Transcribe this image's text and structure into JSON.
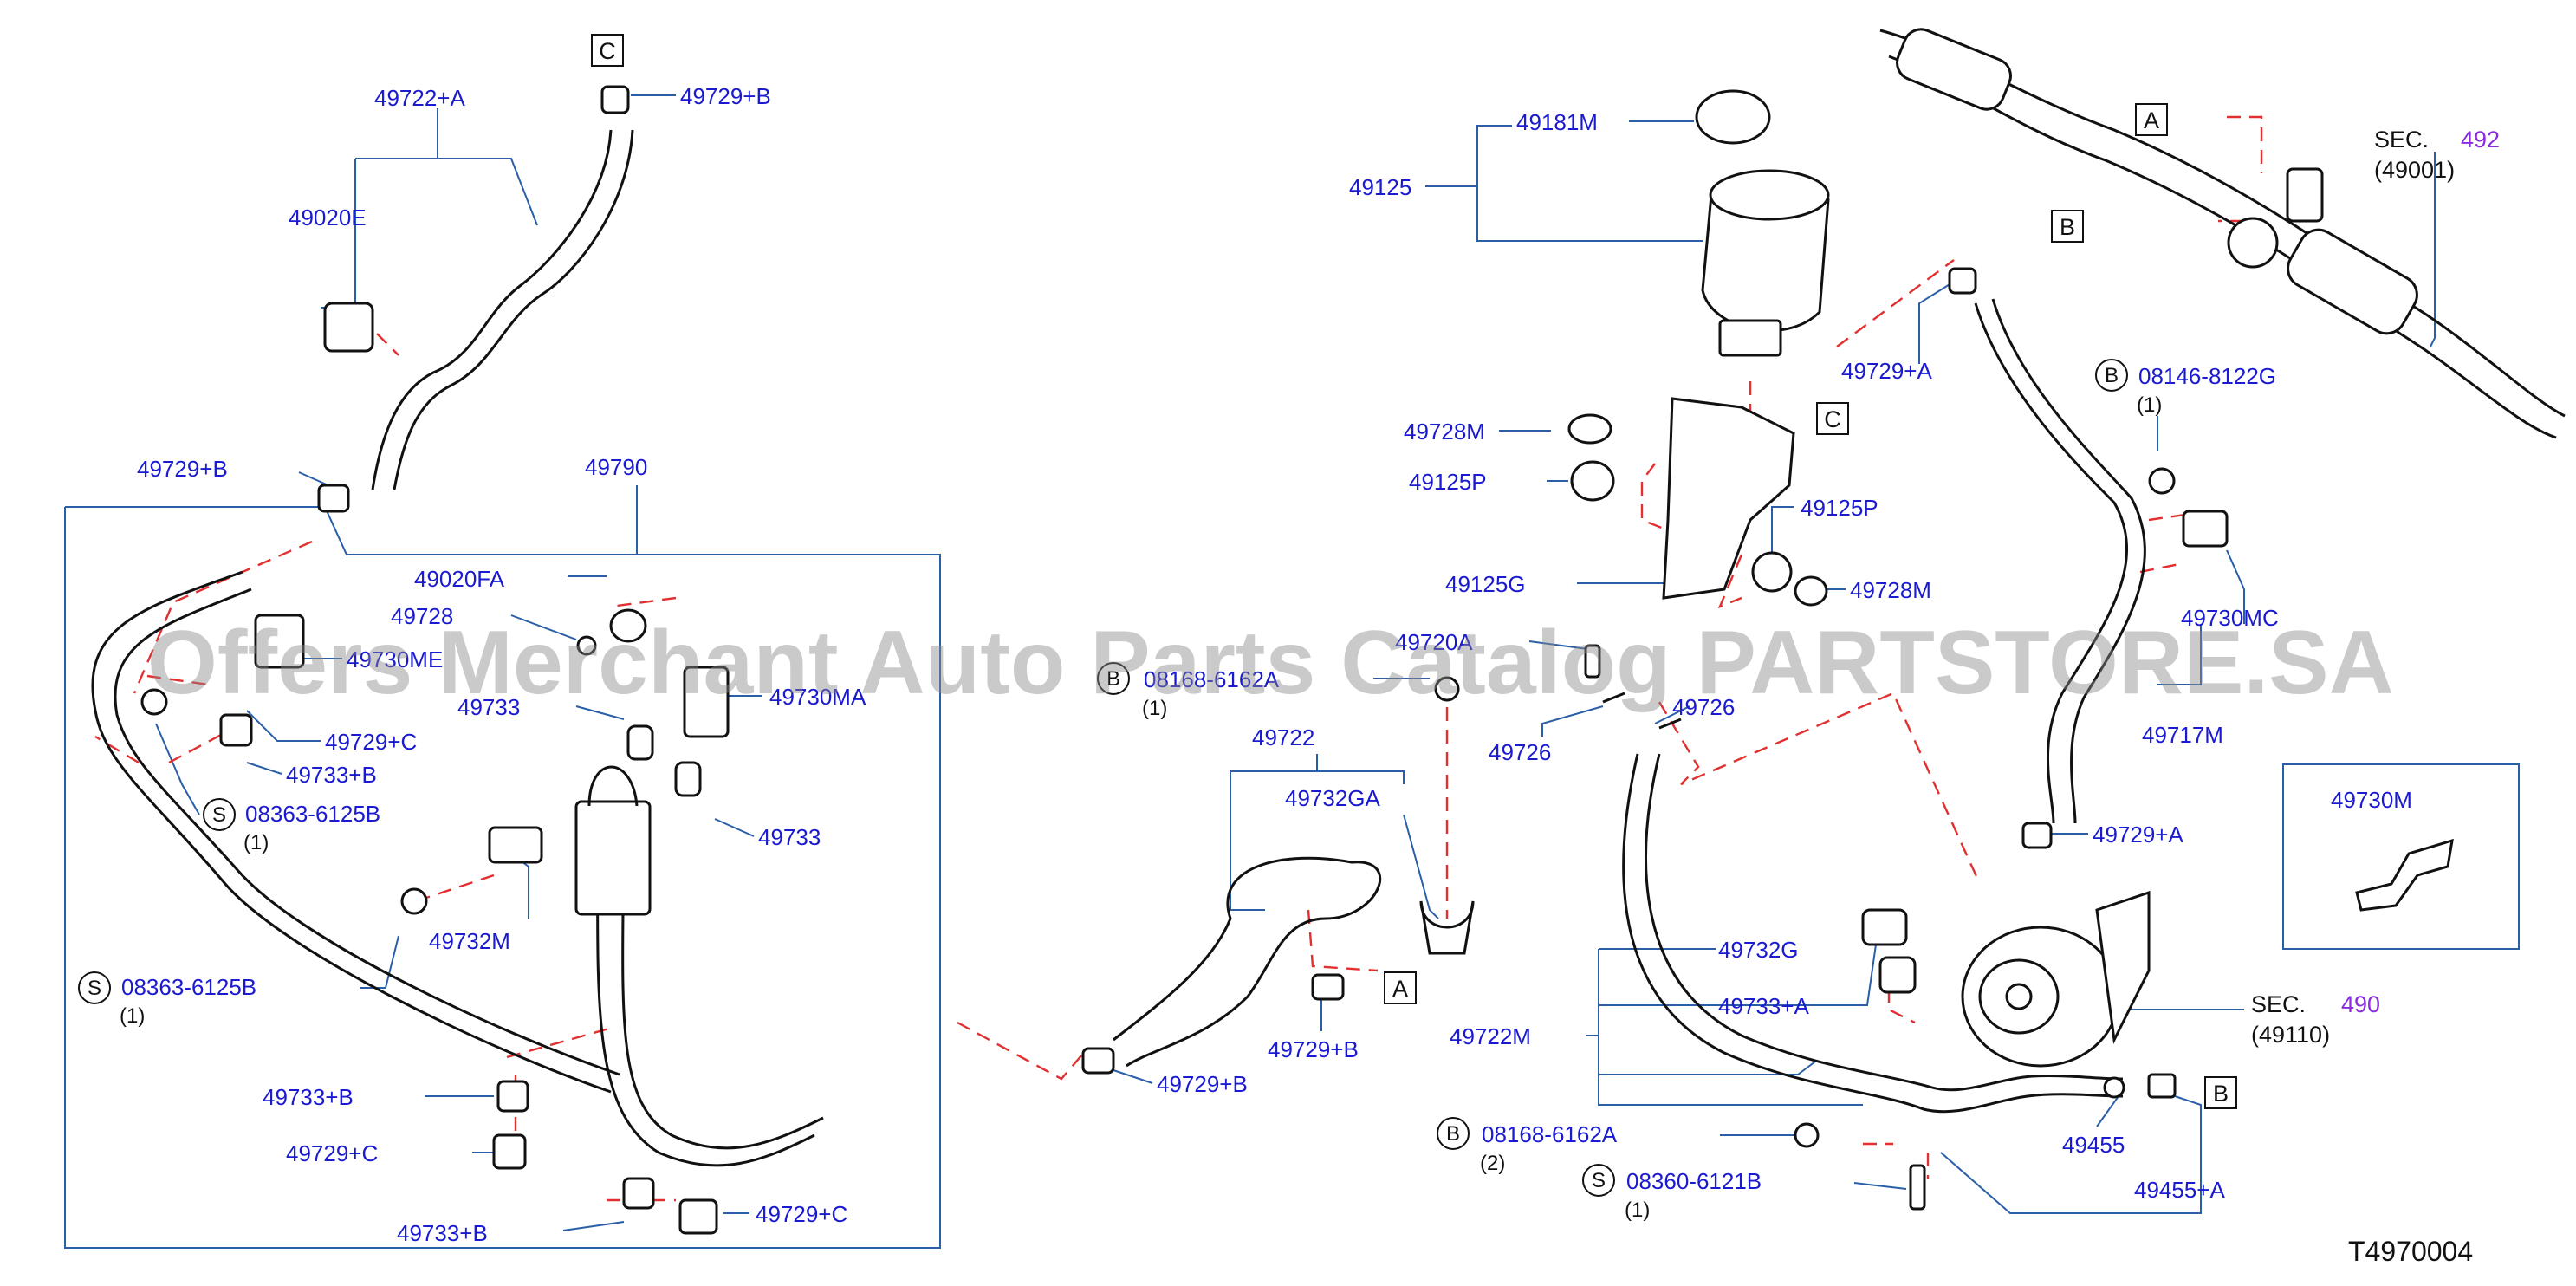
{
  "watermark": "Offers Merchant Auto Parts Catalog PARTSTORE.SA",
  "figure_code": "T4970004",
  "sections": {
    "sec492": {
      "label": "SEC.",
      "number": "492",
      "ref": "(49001)"
    },
    "sec490": {
      "label": "SEC.",
      "number": "490",
      "ref": "(49110)"
    }
  },
  "ref_letters": {
    "A": "A",
    "B": "B",
    "C": "C",
    "S": "S"
  },
  "labels": {
    "p49722_A": "49722+A",
    "p49729_B": "49729+B",
    "p49020E": "49020E",
    "p49790": "49790",
    "p49020FA": "49020FA",
    "p49728": "49728",
    "p49730ME": "49730ME",
    "p49733": "49733",
    "p49730MA": "49730MA",
    "p49729_C": "49729+C",
    "p49733_B": "49733+B",
    "p08363_6125B": "08363-6125B",
    "p49732M": "49732M",
    "p49181M": "49181M",
    "p49125": "49125",
    "p49728M": "49728M",
    "p49125P": "49125P",
    "p49125G": "49125G",
    "p49720A": "49720A",
    "p08168_6162A": "08168-6162A",
    "p49722": "49722",
    "p49732GA": "49732GA",
    "p49726": "49726",
    "p49729_A": "49729+A",
    "p08146_8122G": "08146-8122G",
    "p49730MC": "49730MC",
    "p49717M": "49717M",
    "p49730M": "49730M",
    "p49732G": "49732G",
    "p49733_A": "49733+A",
    "p49722M": "49722M",
    "p49455": "49455",
    "p49455_A": "49455+A",
    "p08360_6121B": "08360-6121B"
  },
  "quantities": {
    "q1": "(1)",
    "q2": "(2)"
  }
}
